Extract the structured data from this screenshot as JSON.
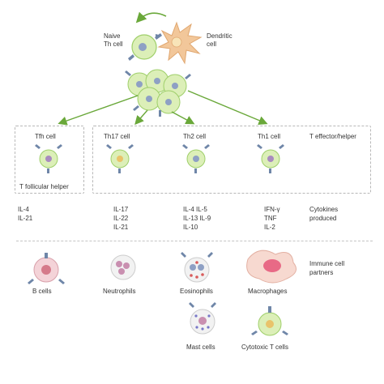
{
  "top": {
    "naive_label": "Naive\nTh cell",
    "dendritic_label": "Dendritic\ncell"
  },
  "effectors": {
    "tfh": "Tfh cell",
    "th17": "Th17 cell",
    "th2": "Th2 cell",
    "th1": "Th1 cell",
    "tfh_full": "T follicular helper",
    "group_label": "T effector/helper"
  },
  "cytokines": {
    "tfh": "IL-4\nIL-21",
    "th17": "IL-17\nIL-22\nIL-21",
    "th2": "IL-4 IL-5\nIL-13 IL-9\nIL-10",
    "th1": "IFN-γ\nTNF\nIL-2",
    "label": "Cytokines\nproduced"
  },
  "partners": {
    "b_cells": "B cells",
    "neutrophils": "Neutrophils",
    "eosinophils": "Eosinophils",
    "macrophages": "Macrophages",
    "mast_cells": "Mast cells",
    "cytotoxic": "Cytotoxic T cells",
    "label": "Immune cell\npartners"
  },
  "colors": {
    "cell_fill": "#dcefb8",
    "cell_stroke": "#9fcf6a",
    "receptor": "#6f86a8",
    "arrow": "#6aa83a",
    "dendritic": "#f2c79a",
    "nucleus_blue": "#8ea0c4",
    "nucleus_purple": "#a98bbf",
    "neutrophil_nucleus": "#c98fb0",
    "eos_granule": "#d95b5b",
    "macrophage_fill": "#f7d9d0",
    "macrophage_nucleus": "#e86a86",
    "mast_granule": "#7777c8",
    "b_cell_fill": "#f4d3d8"
  }
}
